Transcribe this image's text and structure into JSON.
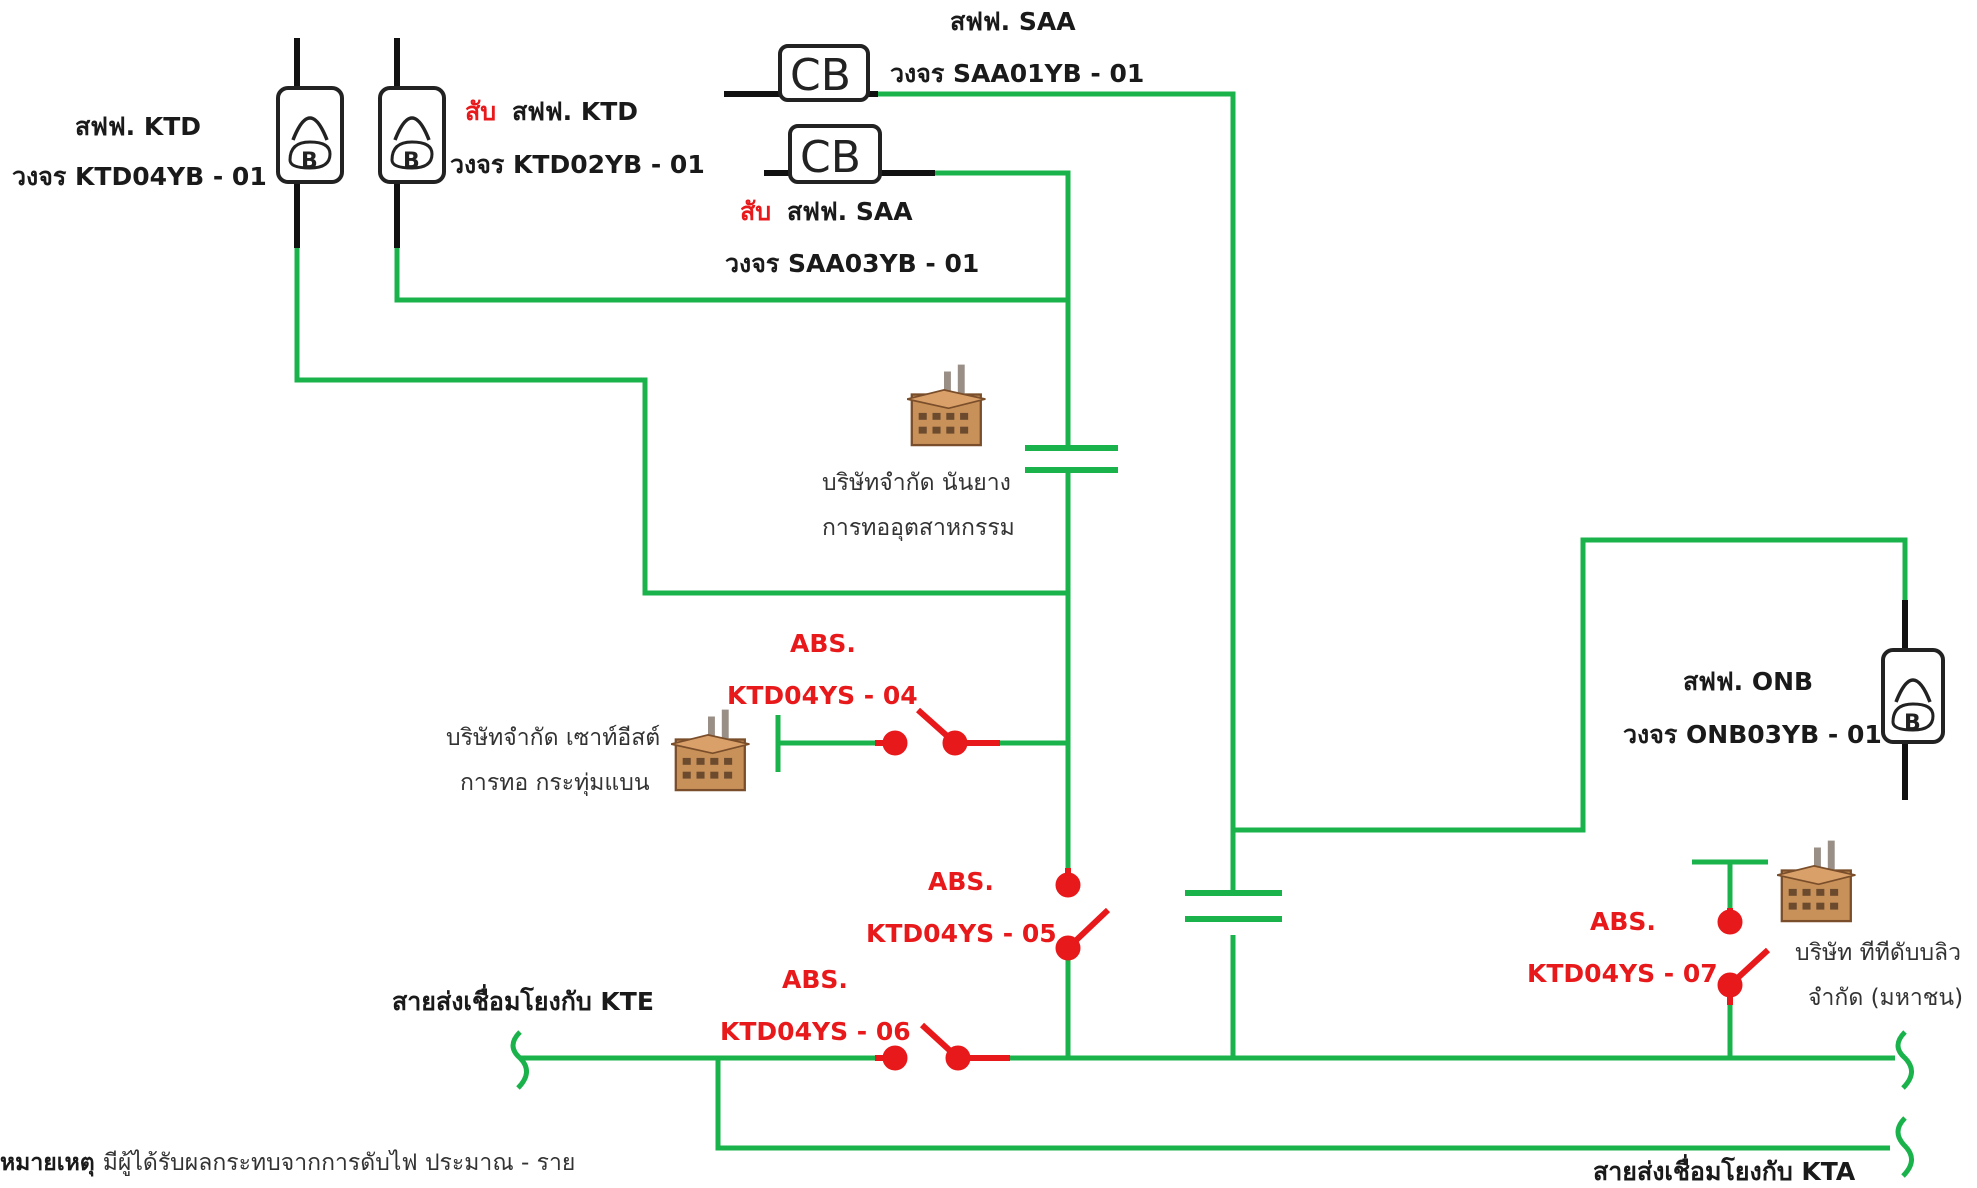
{
  "colors": {
    "line": "#1ab34b",
    "device": "#111111",
    "switch": "#e8191b",
    "label_red": "#e8191b",
    "label_dark": "#1a1a1a"
  },
  "feeders": {
    "ktd04": {
      "line1": "สฟฟ. KTD",
      "line2": "วงจร KTD04YB - 01"
    },
    "ktd02": {
      "prefix": "สับ",
      "line1": "สฟฟ. KTD",
      "line2": "วงจร KTD02YB - 01"
    },
    "saa01": {
      "line1": "สฟฟ. SAA",
      "line2": "วงจร SAA01YB - 01"
    },
    "saa03": {
      "prefix": "สับ",
      "line1": "สฟฟ. SAA",
      "line2": "วงจร SAA03YB - 01"
    },
    "onb03": {
      "line1": "สฟฟ. ONB",
      "line2": "วงจร ONB03YB - 01"
    }
  },
  "switches": {
    "s04": {
      "line1": "ABS.",
      "line2": "KTD04YS - 04"
    },
    "s05": {
      "line1": "ABS.",
      "line2": "KTD04YS - 05"
    },
    "s06": {
      "line1": "ABS.",
      "line2": "KTD04YS - 06"
    },
    "s07": {
      "line1": "ABS.",
      "line2": "KTD04YS - 07"
    }
  },
  "customers": {
    "nanyang": {
      "line1": "บริษัทจำกัด นันยาง",
      "line2": "การทออุตสาหกรรม"
    },
    "southeast": {
      "line1": "บริษัทจำกัด เซาท์อีสต์",
      "line2": "การทอ กระทุ่มแบน"
    },
    "thaidupont": {
      "line1": "บริษัท ทีทีดับบลิว",
      "line2": "จำกัด (มหาชน)"
    }
  },
  "links": {
    "kte": "สายส่งเชื่อมโยงกับ KTE",
    "kta": "สายส่งเชื่อมโยงกับ KTA"
  },
  "device_text": {
    "cb": "CB"
  },
  "note": {
    "label": "หมายเหตุ",
    "text": "มีผู้ได้รับผลกระทบจากการดับไฟ ประมาณ - ราย"
  }
}
